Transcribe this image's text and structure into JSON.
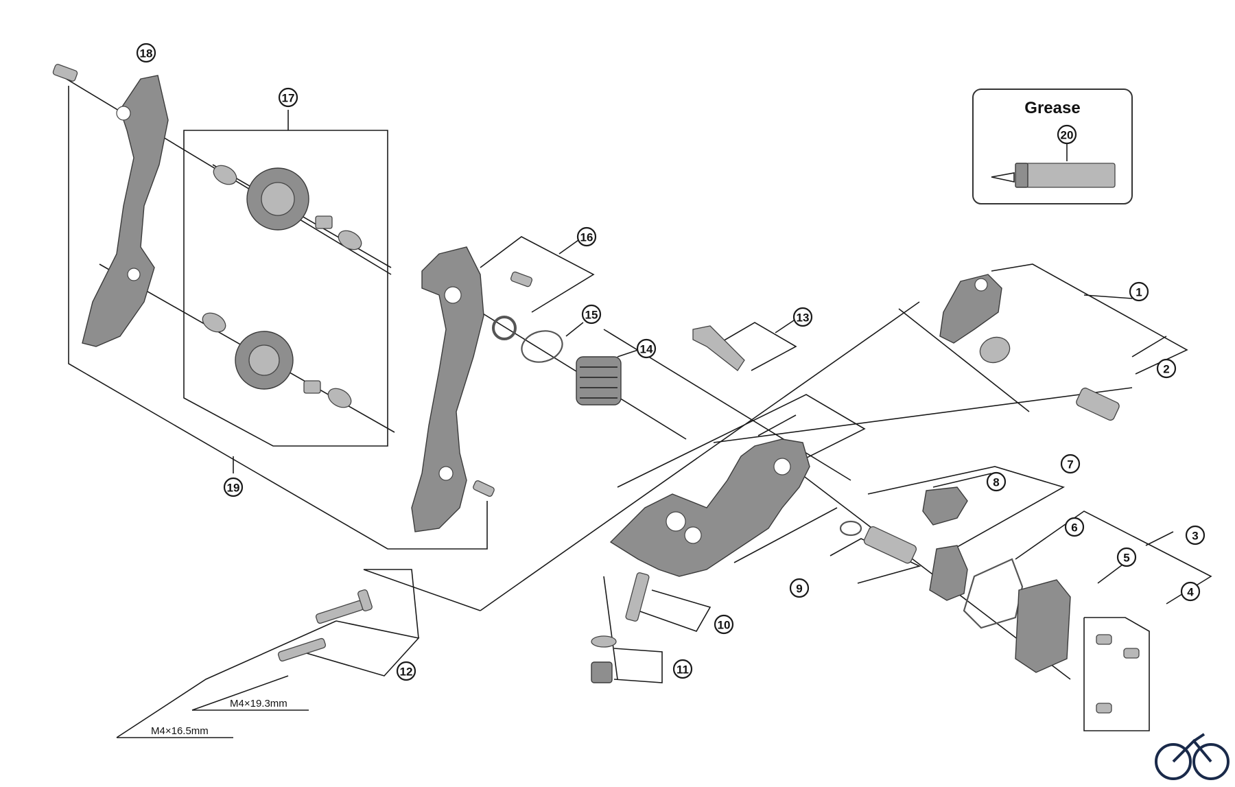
{
  "callouts": [
    "1",
    "2",
    "3",
    "4",
    "5",
    "6",
    "7",
    "8",
    "9",
    "10",
    "11",
    "12",
    "13",
    "14",
    "15",
    "16",
    "17",
    "18",
    "19",
    "20"
  ],
  "dimensions": {
    "screw_long": "M4×19.3mm",
    "screw_short": "M4×16.5mm"
  },
  "grease": {
    "title": "Grease",
    "callout": "20"
  },
  "colors": {
    "line": "#1a1a1a",
    "part_fill": "#8e8e8e",
    "logo": "#1a2a4a"
  },
  "logo": {
    "icon": "bicycle-icon"
  }
}
